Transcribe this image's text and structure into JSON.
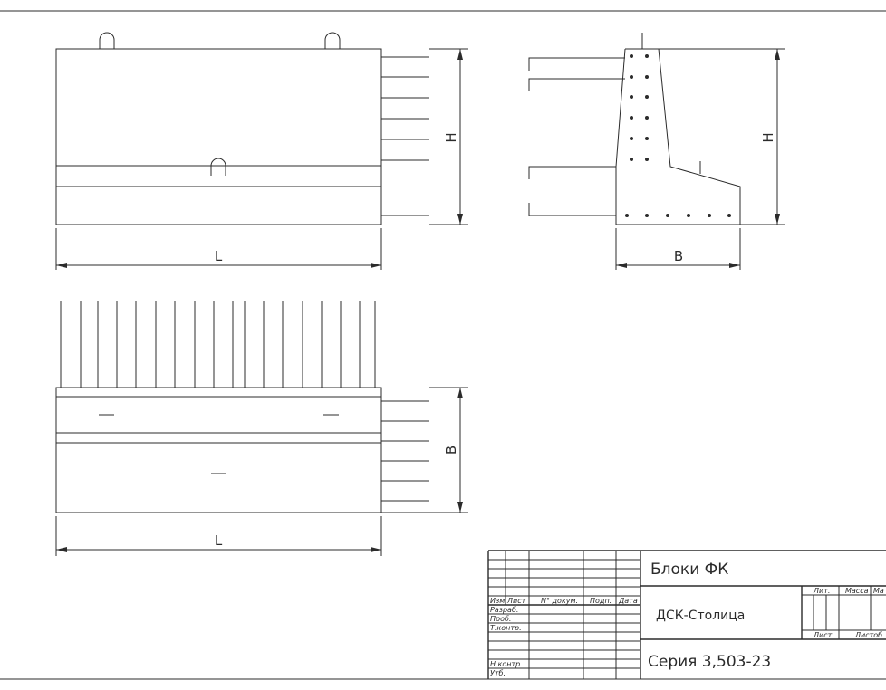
{
  "views": {
    "front": {
      "dim_length": "L",
      "dim_height": "H"
    },
    "side": {
      "dim_height": "H",
      "dim_width": "B"
    },
    "plan": {
      "dim_length": "L",
      "dim_width": "B"
    }
  },
  "title_block": {
    "columns": [
      "Изм",
      "Лист",
      "N° докум.",
      "Подп.",
      "Дата"
    ],
    "rows": [
      "Разраб.",
      "Проб.",
      "Т.контр.",
      "Н.контр.",
      "Утб."
    ],
    "title": "Блоки ФК",
    "organization": "ДСК-Столица",
    "series": "Серия 3,503-23",
    "header_labels": [
      "Лит.",
      "Масса",
      "Ма"
    ],
    "sheet_labels": [
      "Лист",
      "Листоб"
    ]
  }
}
